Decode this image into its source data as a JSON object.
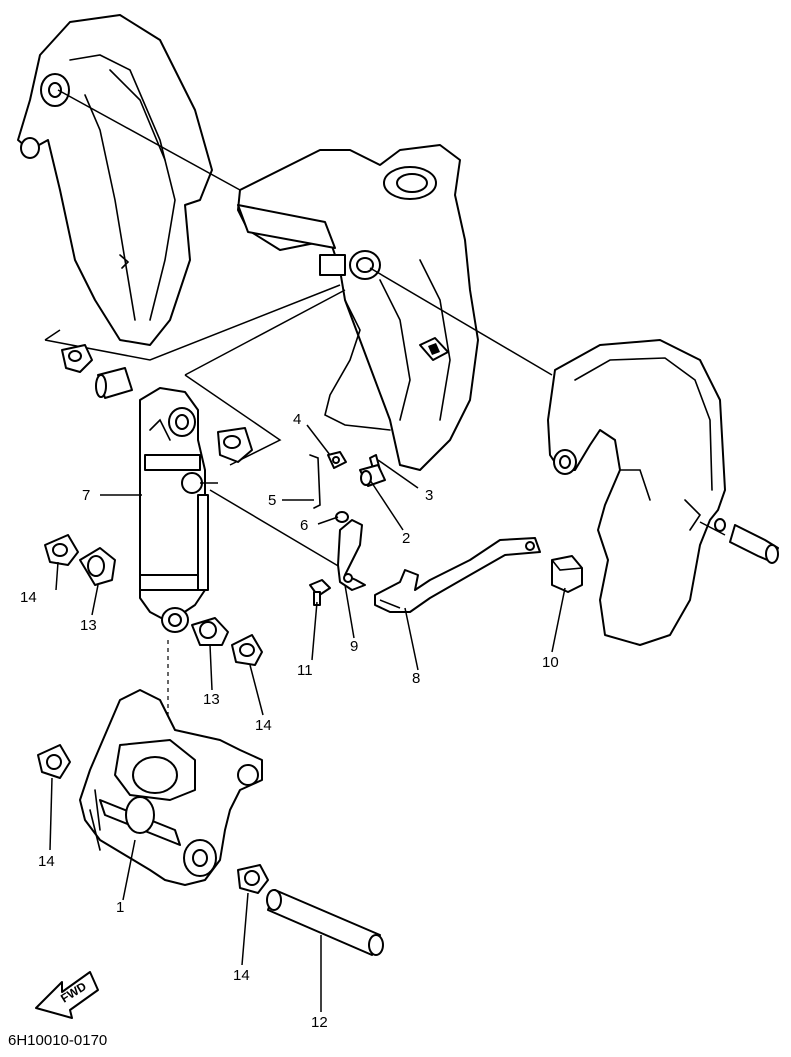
{
  "diagram": {
    "drawing_code": "6H10010-0170",
    "direction_marker": "FWD",
    "callouts": [
      {
        "id": "c1",
        "label": "1"
      },
      {
        "id": "c2",
        "label": "2"
      },
      {
        "id": "c3",
        "label": "3"
      },
      {
        "id": "c4",
        "label": "4"
      },
      {
        "id": "c5",
        "label": "5"
      },
      {
        "id": "c6",
        "label": "6"
      },
      {
        "id": "c7",
        "label": "7"
      },
      {
        "id": "c8",
        "label": "8"
      },
      {
        "id": "c9",
        "label": "9"
      },
      {
        "id": "c10",
        "label": "10"
      },
      {
        "id": "c11",
        "label": "11"
      },
      {
        "id": "c12",
        "label": "12"
      },
      {
        "id": "c13a",
        "label": "13"
      },
      {
        "id": "c13b",
        "label": "13"
      },
      {
        "id": "c14a",
        "label": "14"
      },
      {
        "id": "c14b",
        "label": "14"
      },
      {
        "id": "c14c",
        "label": "14"
      },
      {
        "id": "c14d",
        "label": "14"
      }
    ]
  }
}
